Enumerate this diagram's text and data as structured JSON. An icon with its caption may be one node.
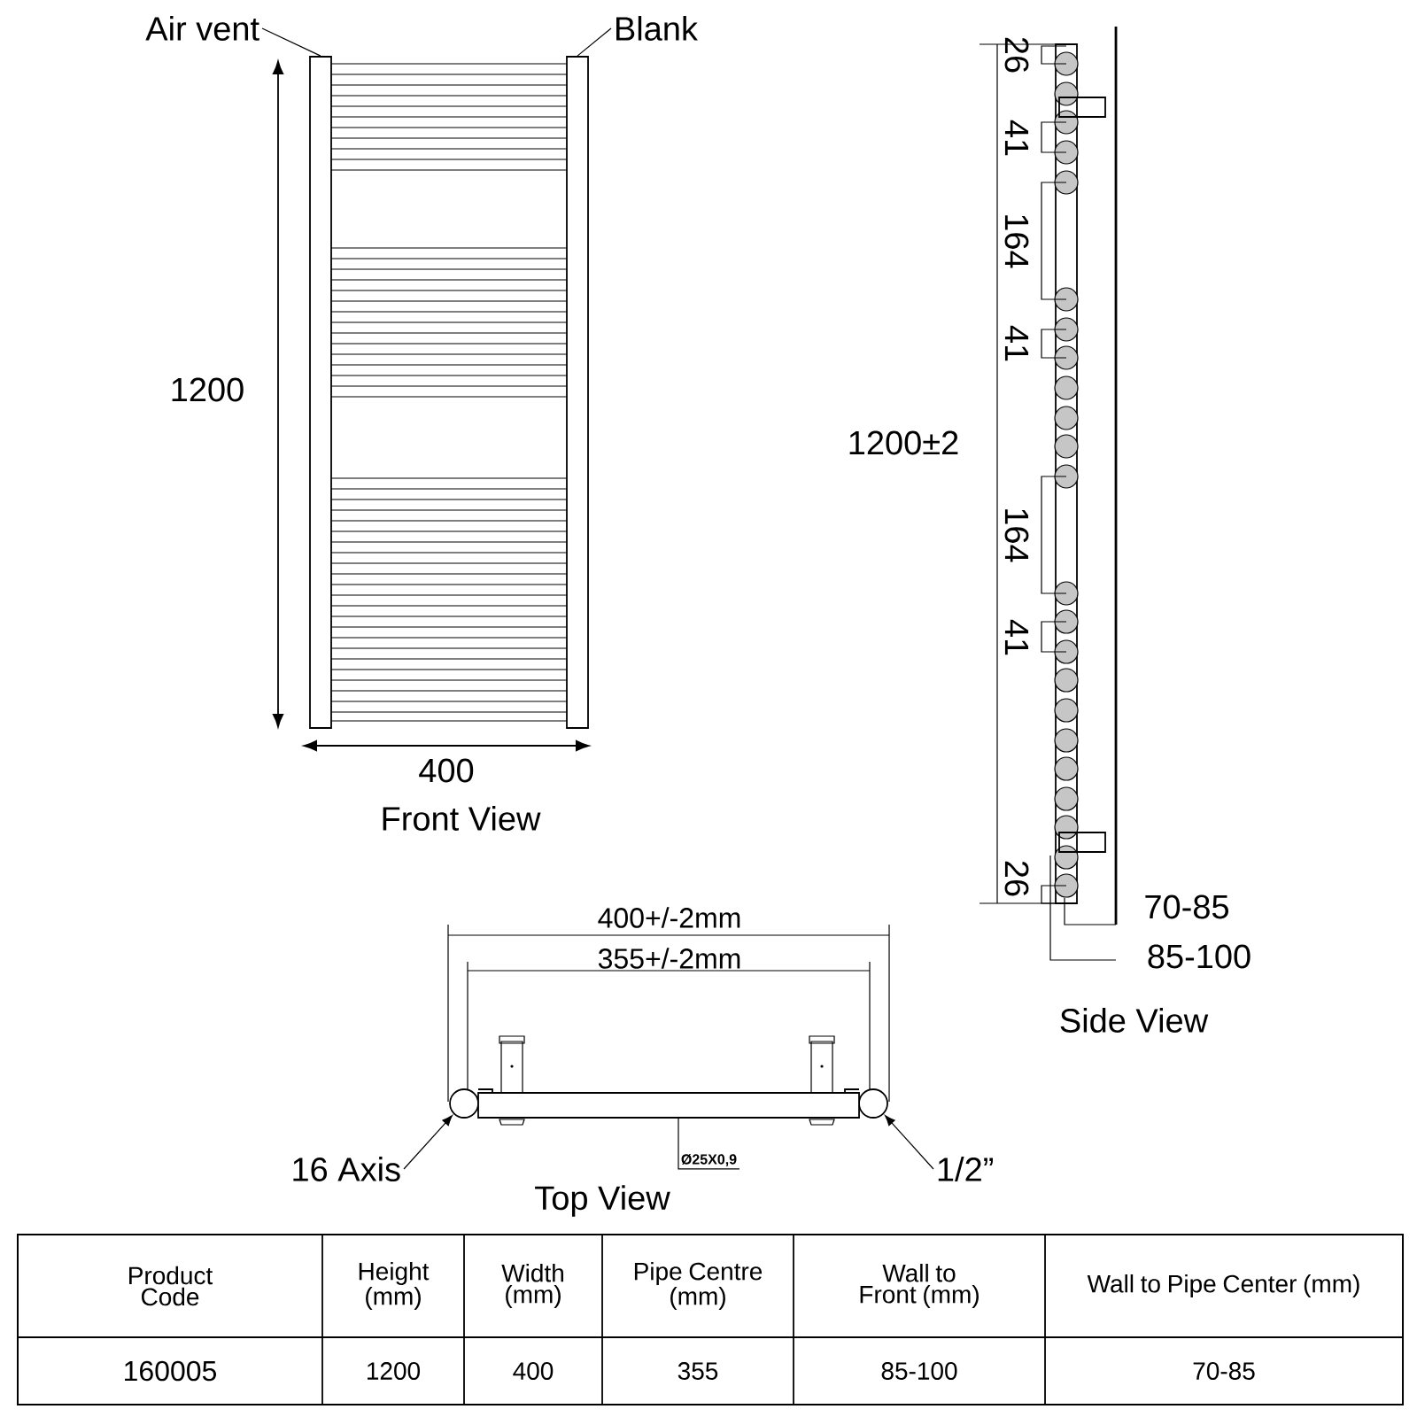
{
  "diagram": {
    "nodes": [
      {
        "text": [
          "Air vent"
        ]
      },
      {
        "text": [],
        "shape": "bar"
      },
      {
        "text": [
          "Blank"
        ]
      },
      {
        "text": [],
        "shape": "bar"
      },
      {
        "text": [
          "16 Axis"
        ]
      },
      {
        "text": [],
        "shape": "circle"
      },
      {
        "text": [
          "1/2”"
        ]
      },
      {
        "text": [],
        "shape": "circle"
      },
      {
        "text": [
          "Ø25X0,9"
        ]
      },
      {
        "text": [],
        "shape": "bar"
      }
    ],
    "edges": [
      {
        "from": 0,
        "to": 1,
        "arrow": "none"
      },
      {
        "from": 2,
        "to": 3,
        "arrow": "none"
      },
      {
        "from": 4,
        "to": 5,
        "arrow": "to"
      },
      {
        "from": 6,
        "to": 7,
        "arrow": "to"
      },
      {
        "from": 8,
        "to": 9,
        "arrow": "none"
      }
    ],
    "labels": [
      "1200",
      "400",
      "Front View",
      "1200±2",
      "26",
      "41",
      "164",
      "41",
      "164",
      "41",
      "26",
      "70-85",
      "85-100",
      "Side View",
      "400+/-2mm",
      "355+/-2mm",
      "Top View",
      "Product Code",
      "Height (mm)",
      "Width (mm)",
      "Pipe Centre (mm)",
      "Wall to Front (mm)",
      "Wall to Pipe Center (mm)",
      "160005",
      "1200",
      "400",
      "355",
      "85-100",
      "70-85"
    ]
  }
}
